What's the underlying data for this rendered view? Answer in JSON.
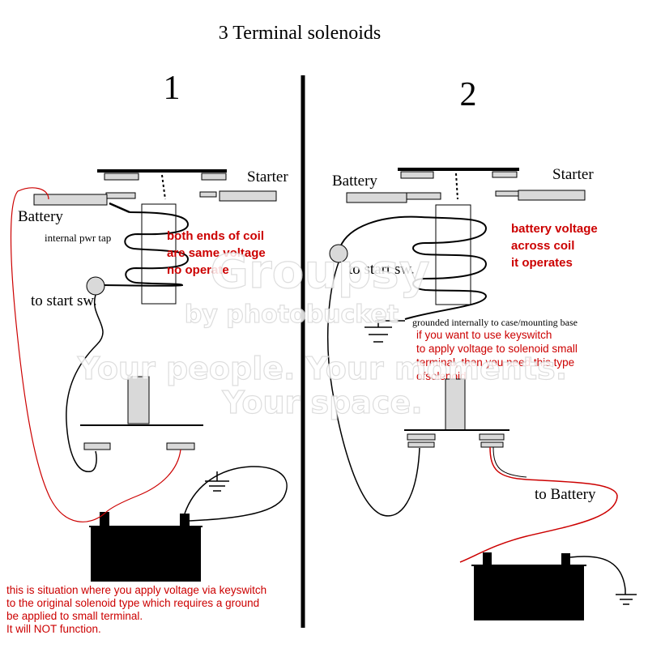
{
  "title": "3 Terminal solenoids",
  "panel1": {
    "number": "1",
    "starter_label": "Starter",
    "battery_label": "Battery",
    "tap_label": "internal pwr tap",
    "start_sw_label": "to start sw.",
    "coil_note": [
      "both ends of coil",
      "are same voltage",
      "no operate"
    ],
    "bottom_note": [
      "this is situation where you apply voltage via keyswitch",
      "to the original solenoid type which requires a ground",
      "be applied to small terminal.",
      "It will NOT function."
    ]
  },
  "panel2": {
    "number": "2",
    "battery_label": "Battery",
    "starter_label": "Starter",
    "start_sw_label": "to start sw.",
    "coil_note": [
      "battery voltage",
      "across coil",
      "it operates"
    ],
    "ground_note": "grounded internally to case/mounting base",
    "keyswitch_note": [
      "if you want to use keyswitch",
      "to apply voltage to solenoid small",
      "terminal, then you need this type",
      "ofsolenoid"
    ],
    "to_battery_label": "to Battery"
  },
  "watermark": {
    "brand": "Groupsy",
    "by": "by photobucket",
    "tagline_1": "Your people. Your moments.",
    "tagline_2": "Your space."
  },
  "colors": {
    "ink": "#000000",
    "wire_red": "#cc0000",
    "terminal_fill": "#d9d9d9",
    "battery_fill": "#000000"
  }
}
